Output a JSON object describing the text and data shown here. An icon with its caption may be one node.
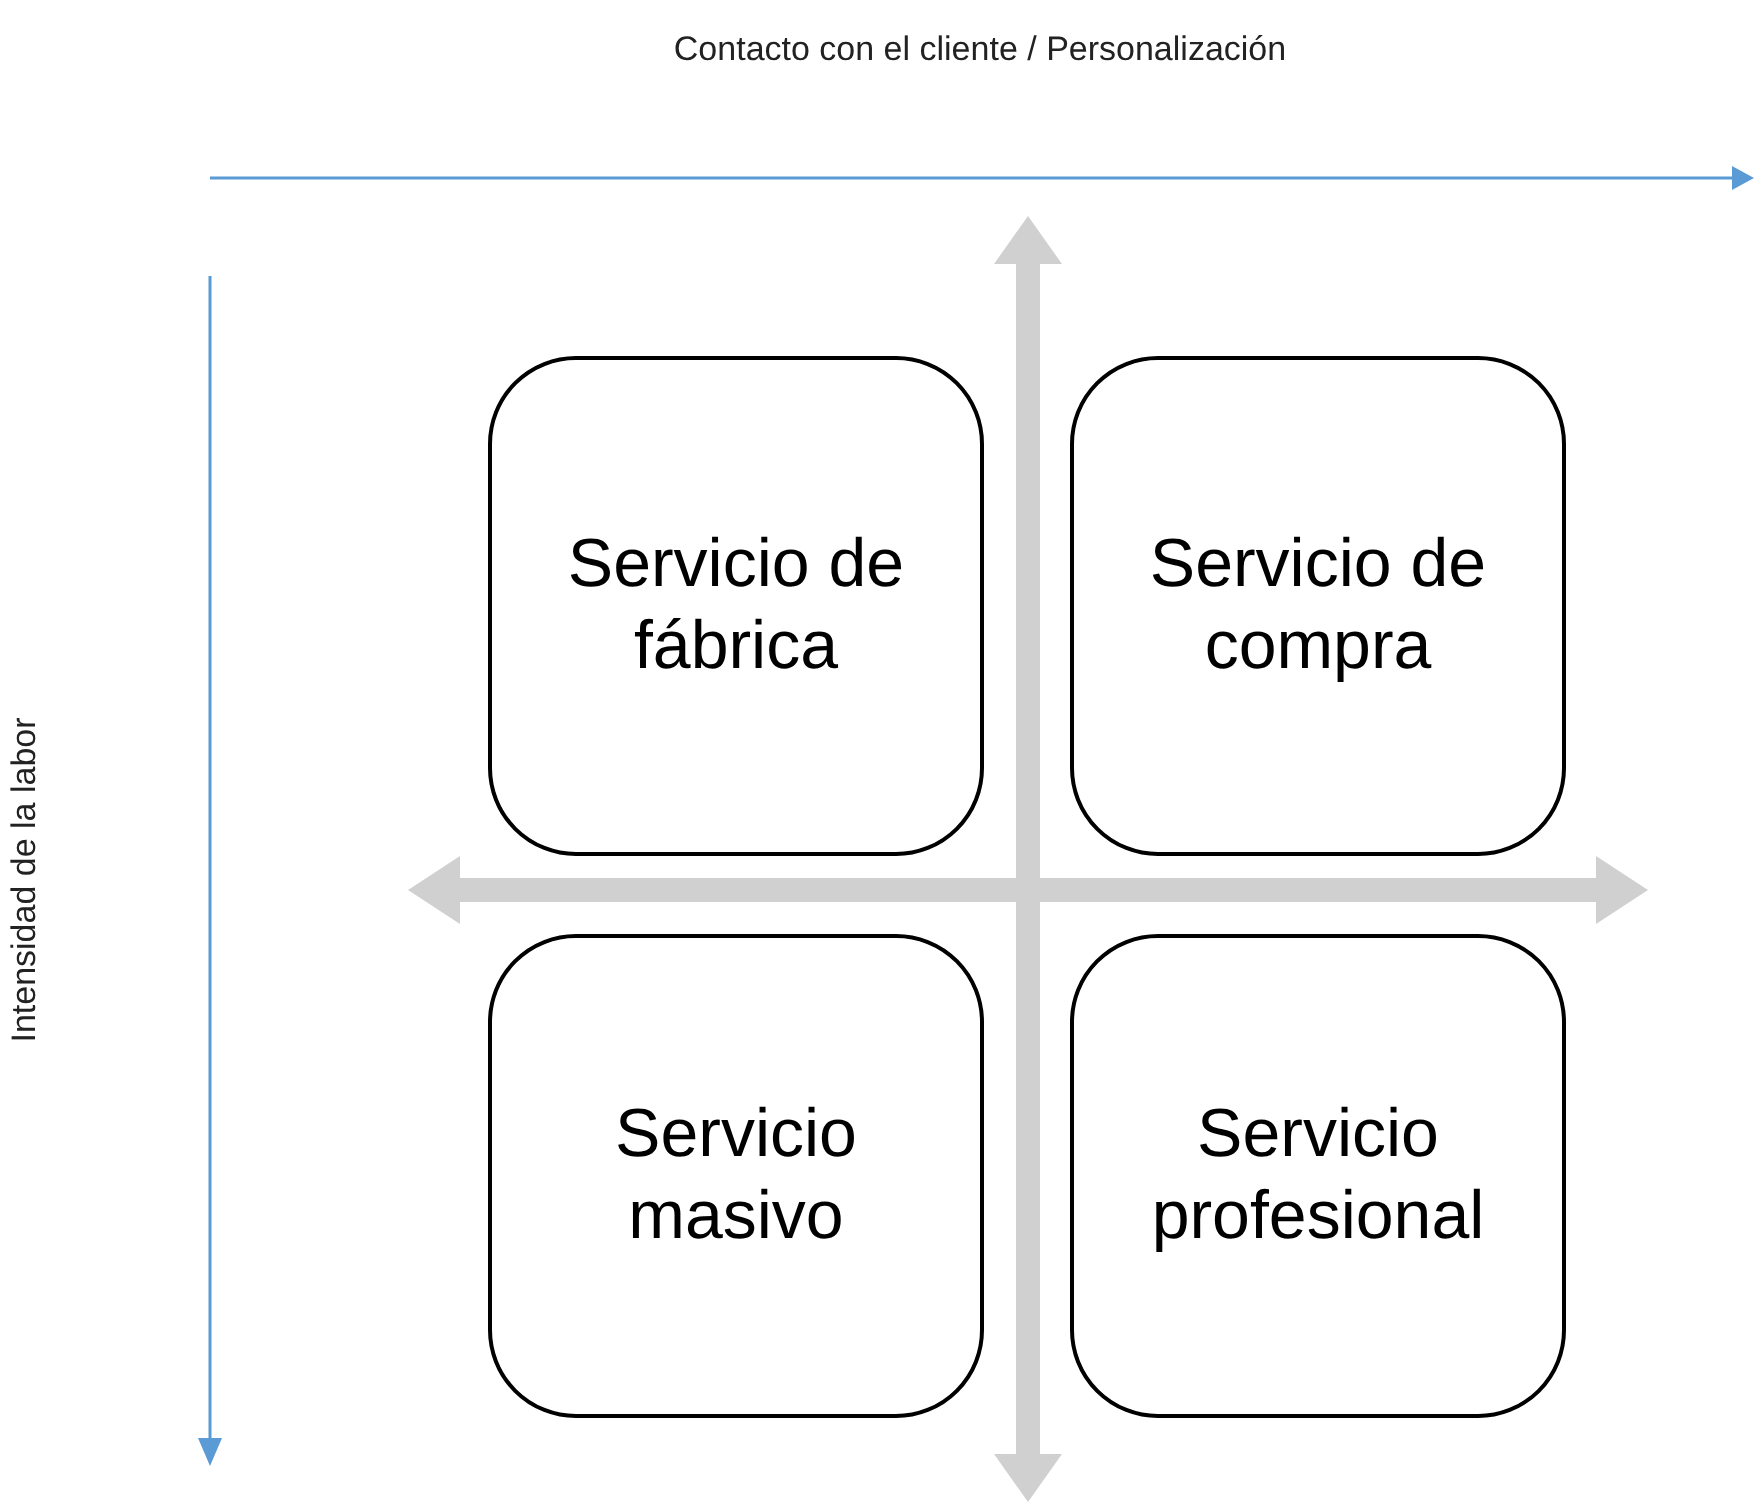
{
  "diagram": {
    "nodes": [
      {
        "text": [
          "Servicio de fábrica"
        ]
      },
      {
        "text": [
          "Servicio de compra"
        ]
      },
      {
        "text": [
          "Servicio masivo"
        ]
      },
      {
        "text": [
          "Servicio profesional"
        ]
      }
    ],
    "labels": [
      "Contacto con el cliente / Personalización",
      "Intensidad de la labor"
    ]
  }
}
